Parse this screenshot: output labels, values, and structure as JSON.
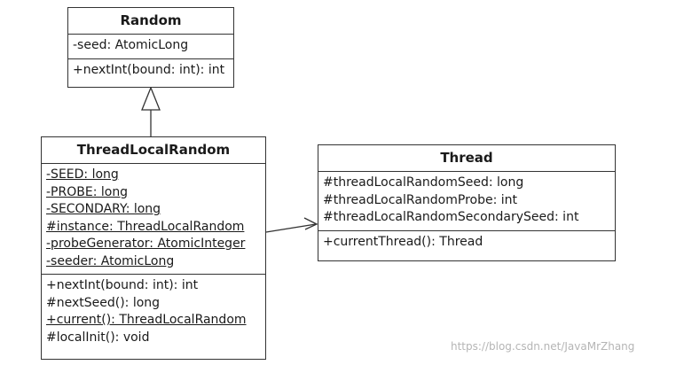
{
  "classes": {
    "random": {
      "name": "Random",
      "attributes": [
        {
          "text": "-seed: AtomicLong",
          "static": false
        }
      ],
      "operations": [
        {
          "text": "+nextInt(bound: int): int",
          "static": false
        }
      ]
    },
    "thread_local_random": {
      "name": "ThreadLocalRandom",
      "attributes": [
        {
          "text": "-SEED: long",
          "static": true
        },
        {
          "text": "-PROBE: long",
          "static": true
        },
        {
          "text": "-SECONDARY: long",
          "static": true
        },
        {
          "text": "#instance: ThreadLocalRandom",
          "static": true
        },
        {
          "text": "-probeGenerator: AtomicInteger",
          "static": true
        },
        {
          "text": "-seeder: AtomicLong",
          "static": true
        }
      ],
      "operations": [
        {
          "text": "+nextInt(bound: int): int",
          "static": false
        },
        {
          "text": "#nextSeed(): long",
          "static": false
        },
        {
          "text": "+current(): ThreadLocalRandom",
          "static": true
        },
        {
          "text": "#localInit(): void",
          "static": false
        }
      ]
    },
    "thread": {
      "name": "Thread",
      "attributes": [
        {
          "text": "#threadLocalRandomSeed: long",
          "static": false
        },
        {
          "text": "#threadLocalRandomProbe: int",
          "static": false
        },
        {
          "text": "#threadLocalRandomSecondarySeed: int",
          "static": false
        }
      ],
      "operations": [
        {
          "text": "+currentThread(): Thread",
          "static": false
        }
      ]
    }
  },
  "relations": [
    {
      "type": "generalization",
      "from": "ThreadLocalRandom",
      "to": "Random"
    },
    {
      "type": "association",
      "from": "ThreadLocalRandom",
      "to": "Thread"
    }
  ],
  "watermark": "https://blog.csdn.net/JavaMrZhang"
}
